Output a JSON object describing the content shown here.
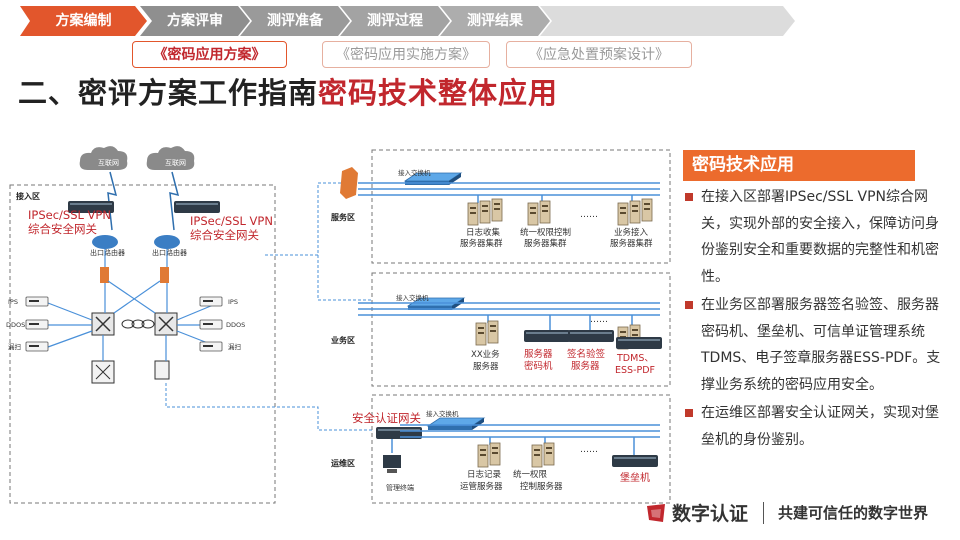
{
  "steps": [
    {
      "label": "方案编制",
      "active": true
    },
    {
      "label": "方案评审",
      "active": false
    },
    {
      "label": "测评准备",
      "active": false
    },
    {
      "label": "测评过程",
      "active": false
    },
    {
      "label": "测评结果",
      "active": false
    }
  ],
  "subtabs": [
    {
      "label": "《密码应用方案》",
      "style": "active"
    },
    {
      "label": "《密码应用实施方案》",
      "style": "inactive"
    },
    {
      "label": "《应急处置预案设计》",
      "style": "inactive"
    }
  ],
  "title": {
    "part1": "二、密评方案工作指南",
    "part2": "密码技术整体应用"
  },
  "diagram": {
    "zone_access": "接入区",
    "zone_service": "服务区",
    "zone_business": "业务区",
    "zone_ops": "运维区",
    "internet_1": "互联网",
    "internet_2": "互联网",
    "vpn_left": [
      "IPSec/SSL VPN",
      "综合安全网关"
    ],
    "vpn_right": [
      "IPSec/SSL VPN",
      "综合安全网关"
    ],
    "router_left": "出口路由器",
    "router_right": "出口路由器",
    "ips_left": "IPS",
    "ddos_left": "DDOS",
    "scan_left": "漏扫",
    "ips_right": "IPS",
    "ddos_right": "DDOS",
    "scan_right": "漏扫",
    "switch_service": "接入交换机",
    "switch_business": "接入交换机",
    "switch_ops": "接入交换机",
    "service_log": [
      "日志收集",
      "服务器集群"
    ],
    "service_auth": [
      "统一权限控制",
      "服务器集群"
    ],
    "service_ellipsis": "……",
    "service_access": [
      "业务接入",
      "服务器集群"
    ],
    "business_xx": [
      "XX业务",
      "服务器"
    ],
    "business_crypto": [
      "服务器",
      "密码机"
    ],
    "business_sign": [
      "签名验签",
      "服务器"
    ],
    "business_tdms": [
      "TDMS、",
      "ESS-PDF"
    ],
    "business_ellipsis": "……",
    "ops_gateway": "安全认证网关",
    "ops_terminal": "管理终端",
    "ops_log": [
      "日志记录",
      "运管服务器"
    ],
    "ops_auth": [
      "统一权限",
      "控制服务器"
    ],
    "ops_ellipsis": "……",
    "ops_bastion": "堡垒机"
  },
  "panel": {
    "heading": "密码技术应用",
    "bullets": [
      "在接入区部署IPSec/SSL VPN综合网关，实现外部的安全接入，保障访问身份鉴别安全和重要数据的完整性和机密性。",
      "在业务区部署服务器签名验签、服务器密码机、堡垒机、可信单证管理系统TDMS、电子签章服务器ESS-PDF。支撑业务系统的密码应用安全。",
      "在运维区部署安全认证网关，实现对堡垒机的身份鉴别。"
    ]
  },
  "footer": {
    "brand": "数字认证",
    "slogan": "共建可信任的数字世界"
  },
  "colors": {
    "accent_orange": "#ec6b2d",
    "highlight_red": "#c1272d",
    "link_blue": "#4a90d9"
  }
}
